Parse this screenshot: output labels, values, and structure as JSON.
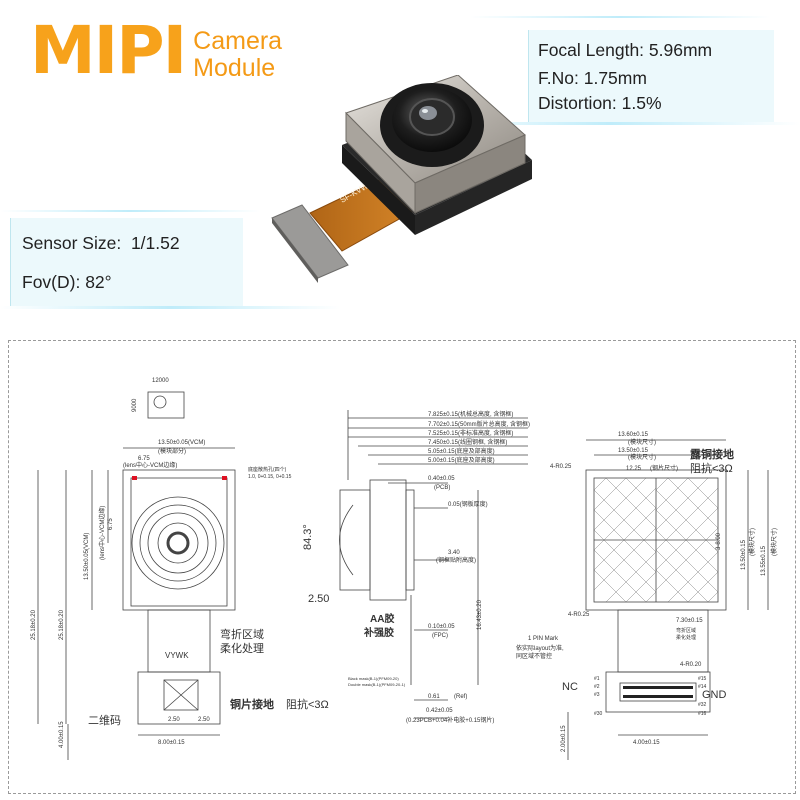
{
  "brand": {
    "mipi": "MIPI",
    "line1": "Camera",
    "line2": "Module",
    "color": "#f7a21b"
  },
  "specs_right": [
    {
      "label": "Focal Length:",
      "value": "5.96mm"
    },
    {
      "label": "F.No:",
      "value": "1.75mm"
    },
    {
      "label": "Distortion:",
      "value": "1.5%"
    }
  ],
  "specs_left": [
    {
      "label": "Sensor Size:",
      "value": "1/1.52"
    },
    {
      "label": "Fov(D):",
      "value": "82°"
    }
  ],
  "product": {
    "fpc_print": "SF-KVWB-V1.0"
  },
  "drawing": {
    "small": {
      "w": "12000",
      "h": "9000"
    },
    "front": {
      "top_dims": [
        "13.50±0.05(VCM)",
        "(模块部分)",
        "6.75",
        "(lens中心-VCM边缘)"
      ],
      "top_note": [
        "底座散热孔(四个)",
        "1.0, 0+0.15, 0+0.15"
      ],
      "side_dims": [
        "6.75",
        "(lens中心-VCM边缘)",
        "13.50±0.05(VCM)",
        "25.18±0.20",
        "25.18±0.20"
      ],
      "vywk": "VYWK",
      "bend": "弯折区域",
      "soft": "柔化处理",
      "qr": "二维码",
      "copper": "铜片接地",
      "resist": "阻抗<3Ω",
      "bottom_dims": [
        "2.50",
        "2.50",
        "8.00±0.15",
        "4.00±0.15"
      ]
    },
    "side": {
      "dims": [
        "7.825±0.15(机械总高度, 含钢框)",
        "7.702±0.15(50mm版片总高度, 含钢框)",
        "7.525±0.15(非标准高度, 含钢框)",
        "7.450±0.15(线圈钢框, 含钢框)",
        "5.05±0.15(底座及部高度)",
        "5.00±0.15(底座及部高度)",
        "0.40±0.05",
        "(PCB)",
        "0.05(钢板厚度)",
        "3.40",
        "(钢框贴附高度)",
        "16.43±0.20",
        "0.10±0.05",
        "(FPC)",
        "0.61",
        "(Ref)",
        "0.42±0.05",
        "(0.23PCB+0.04补电胶+0.15钢片)"
      ],
      "angle": "84.3°",
      "offset": "2.50",
      "aa": "AA胶",
      "fill": "补强胶",
      "fine": [
        "Black mask(B-1)(PFM09-20)",
        "Double mask(B-1)(PFM09-20-1)"
      ]
    },
    "back": {
      "title": "露铜接地",
      "resist": "阻抗<3Ω",
      "top_dims": [
        "13.60±0.15",
        "(模块尺寸)",
        "13.50±0.15",
        "(模块尺寸)",
        "12.25",
        "(钢片尺寸)"
      ],
      "r_top": "4-R0.25",
      "r_mid": "4-R0.25",
      "side_dims": [
        "13.50±0.15",
        "(模块尺寸)",
        "13.55±0.15",
        "(模块尺寸)",
        "3-8.00"
      ],
      "fpc_dim": "7.30±0.15",
      "fpc_note": [
        "弯折区域",
        "柔化处理"
      ],
      "r_low": "4-R0.20",
      "pin_mark": "1 PIN Mark",
      "pin_note": [
        "依实际layout为准,",
        "同区域不管控"
      ],
      "nc": "NC",
      "gnd": "GND",
      "pins_left": [
        "#1",
        "#2",
        "#3",
        "#30"
      ],
      "pins_right": [
        "#15",
        "#14",
        "#32",
        "#16"
      ],
      "bottom_dims": [
        "4.00±0.15",
        "2.00±0.15"
      ]
    }
  }
}
